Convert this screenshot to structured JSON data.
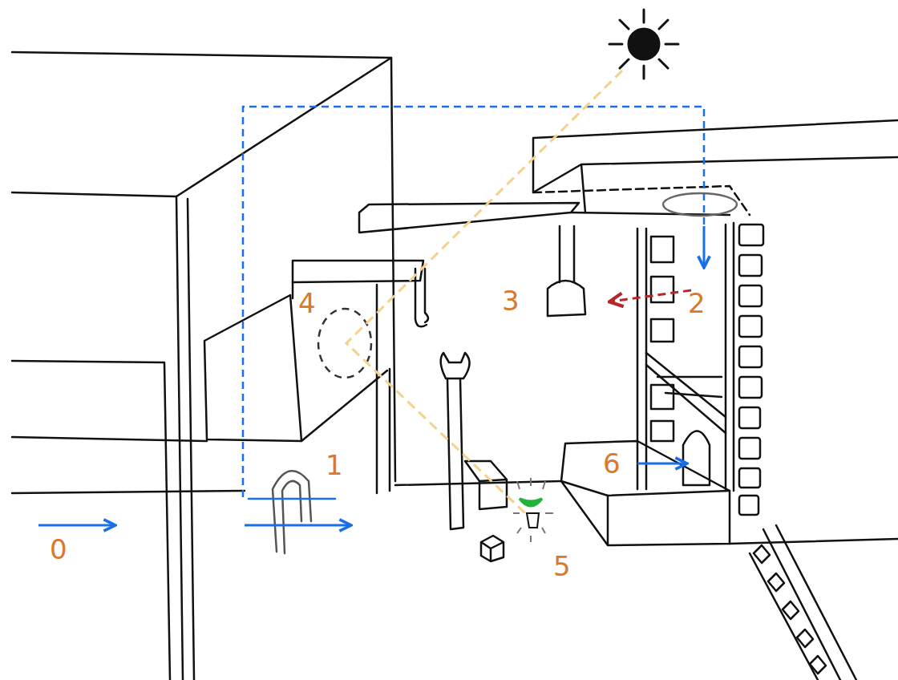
{
  "diagram": {
    "labels": [
      "0",
      "1",
      "2",
      "3",
      "4",
      "5",
      "6"
    ]
  }
}
